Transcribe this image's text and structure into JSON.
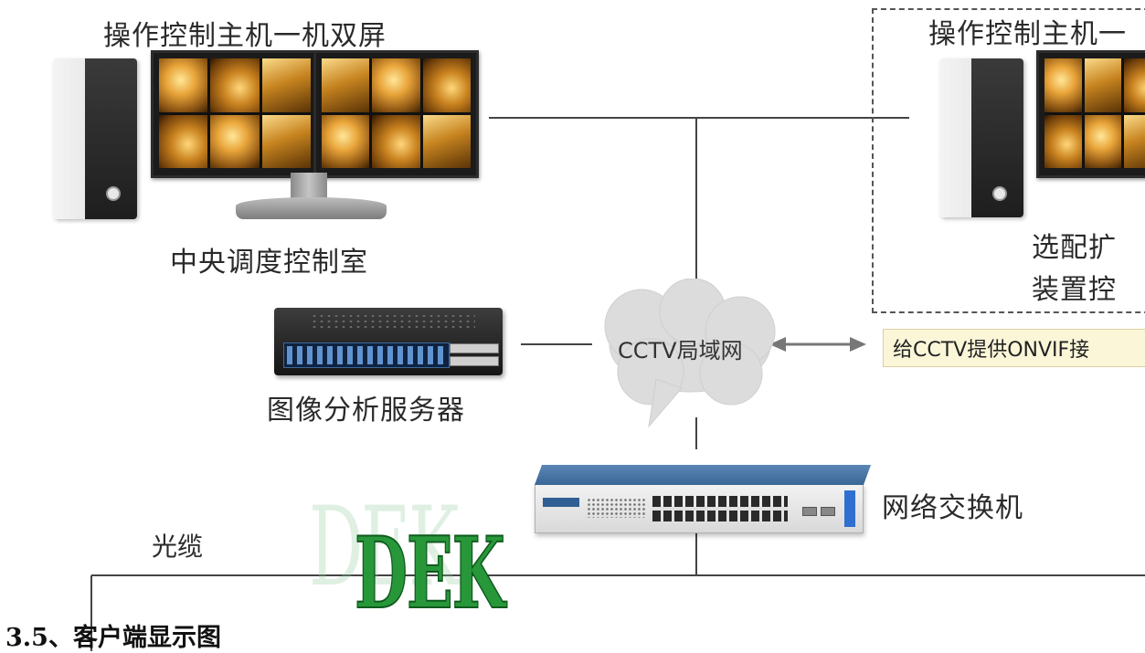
{
  "labels": {
    "dual_screen_host_left": "操作控制主机一机双屏",
    "dual_screen_host_right": "操作控制主机一",
    "control_room": "中央调度控制室",
    "optional_line1": "选配扩",
    "optional_line2": "装置控",
    "analysis_server": "图像分析服务器",
    "cctv_lan": "CCTV局域网",
    "onvif_note": "给CCTV提供ONVIF接",
    "switch": "网络交换机",
    "fiber": "光缆"
  },
  "watermark": "DEK",
  "caption": "3.5、客户端显示图",
  "colors": {
    "watermark": "#27973a",
    "switch_accent": "#3a6796",
    "callout_bg": "#fbf6d8",
    "cloud": "#dcdcdc"
  }
}
